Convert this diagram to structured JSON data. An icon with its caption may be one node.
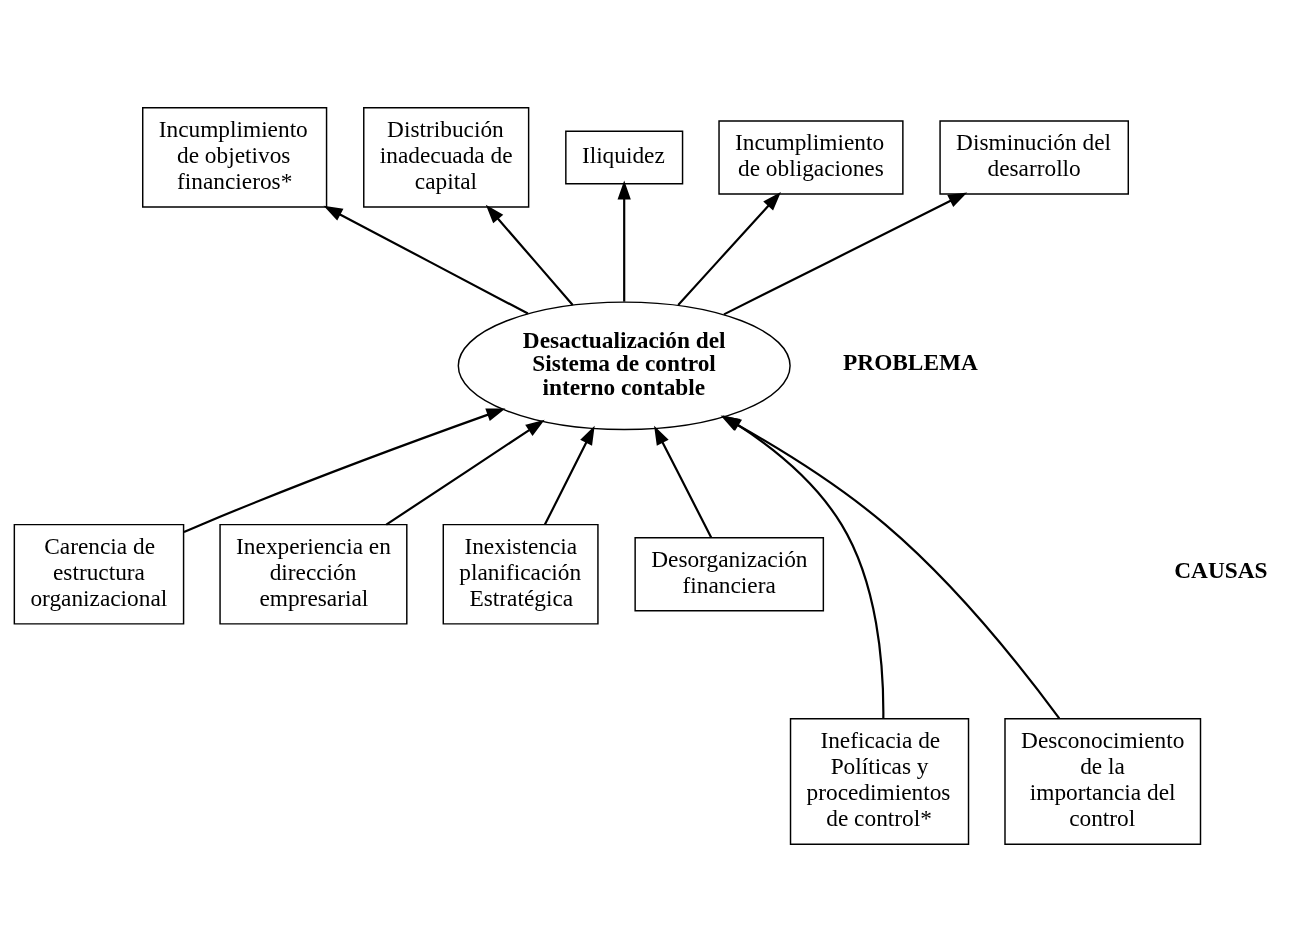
{
  "diagram": {
    "nodes": [
      {
        "text": [
          "Incumplimiento de objetivos financieros*"
        ]
      },
      {
        "text": [
          "Distribución inadecuada de capital"
        ]
      },
      {
        "text": [
          "Iliquidez"
        ]
      },
      {
        "text": [
          "Incumplimiento de obligaciones"
        ]
      },
      {
        "text": [
          "Disminución del desarrollo"
        ]
      },
      {
        "text": [
          "Desactualización del Sistema de control interno contable"
        ]
      },
      {
        "text": [
          "Carencia de estructura organizacional"
        ]
      },
      {
        "text": [
          "Inexperiencia en dirección empresarial"
        ]
      },
      {
        "text": [
          "Inexistencia planificación Estratégica"
        ]
      },
      {
        "text": [
          "Desorganización financiera"
        ]
      },
      {
        "text": [
          "Ineficacia de Políticas y procedimientos de control*"
        ]
      },
      {
        "text": [
          "Desconocimiento de la importancia del control"
        ]
      }
    ],
    "edges": [
      {
        "from": 5,
        "to": 0,
        "arrow": "to"
      },
      {
        "from": 5,
        "to": 1,
        "arrow": "to"
      },
      {
        "from": 5,
        "to": 2,
        "arrow": "to"
      },
      {
        "from": 5,
        "to": 3,
        "arrow": "to"
      },
      {
        "from": 5,
        "to": 4,
        "arrow": "to"
      },
      {
        "from": 6,
        "to": 5,
        "arrow": "to"
      },
      {
        "from": 7,
        "to": 5,
        "arrow": "to"
      },
      {
        "from": 8,
        "to": 5,
        "arrow": "to"
      },
      {
        "from": 9,
        "to": 5,
        "arrow": "to"
      },
      {
        "from": 10,
        "to": 5,
        "arrow": "to"
      },
      {
        "from": 11,
        "to": 5,
        "arrow": "to"
      }
    ],
    "labels": [
      "PROBLEMA",
      "CAUSAS"
    ]
  }
}
